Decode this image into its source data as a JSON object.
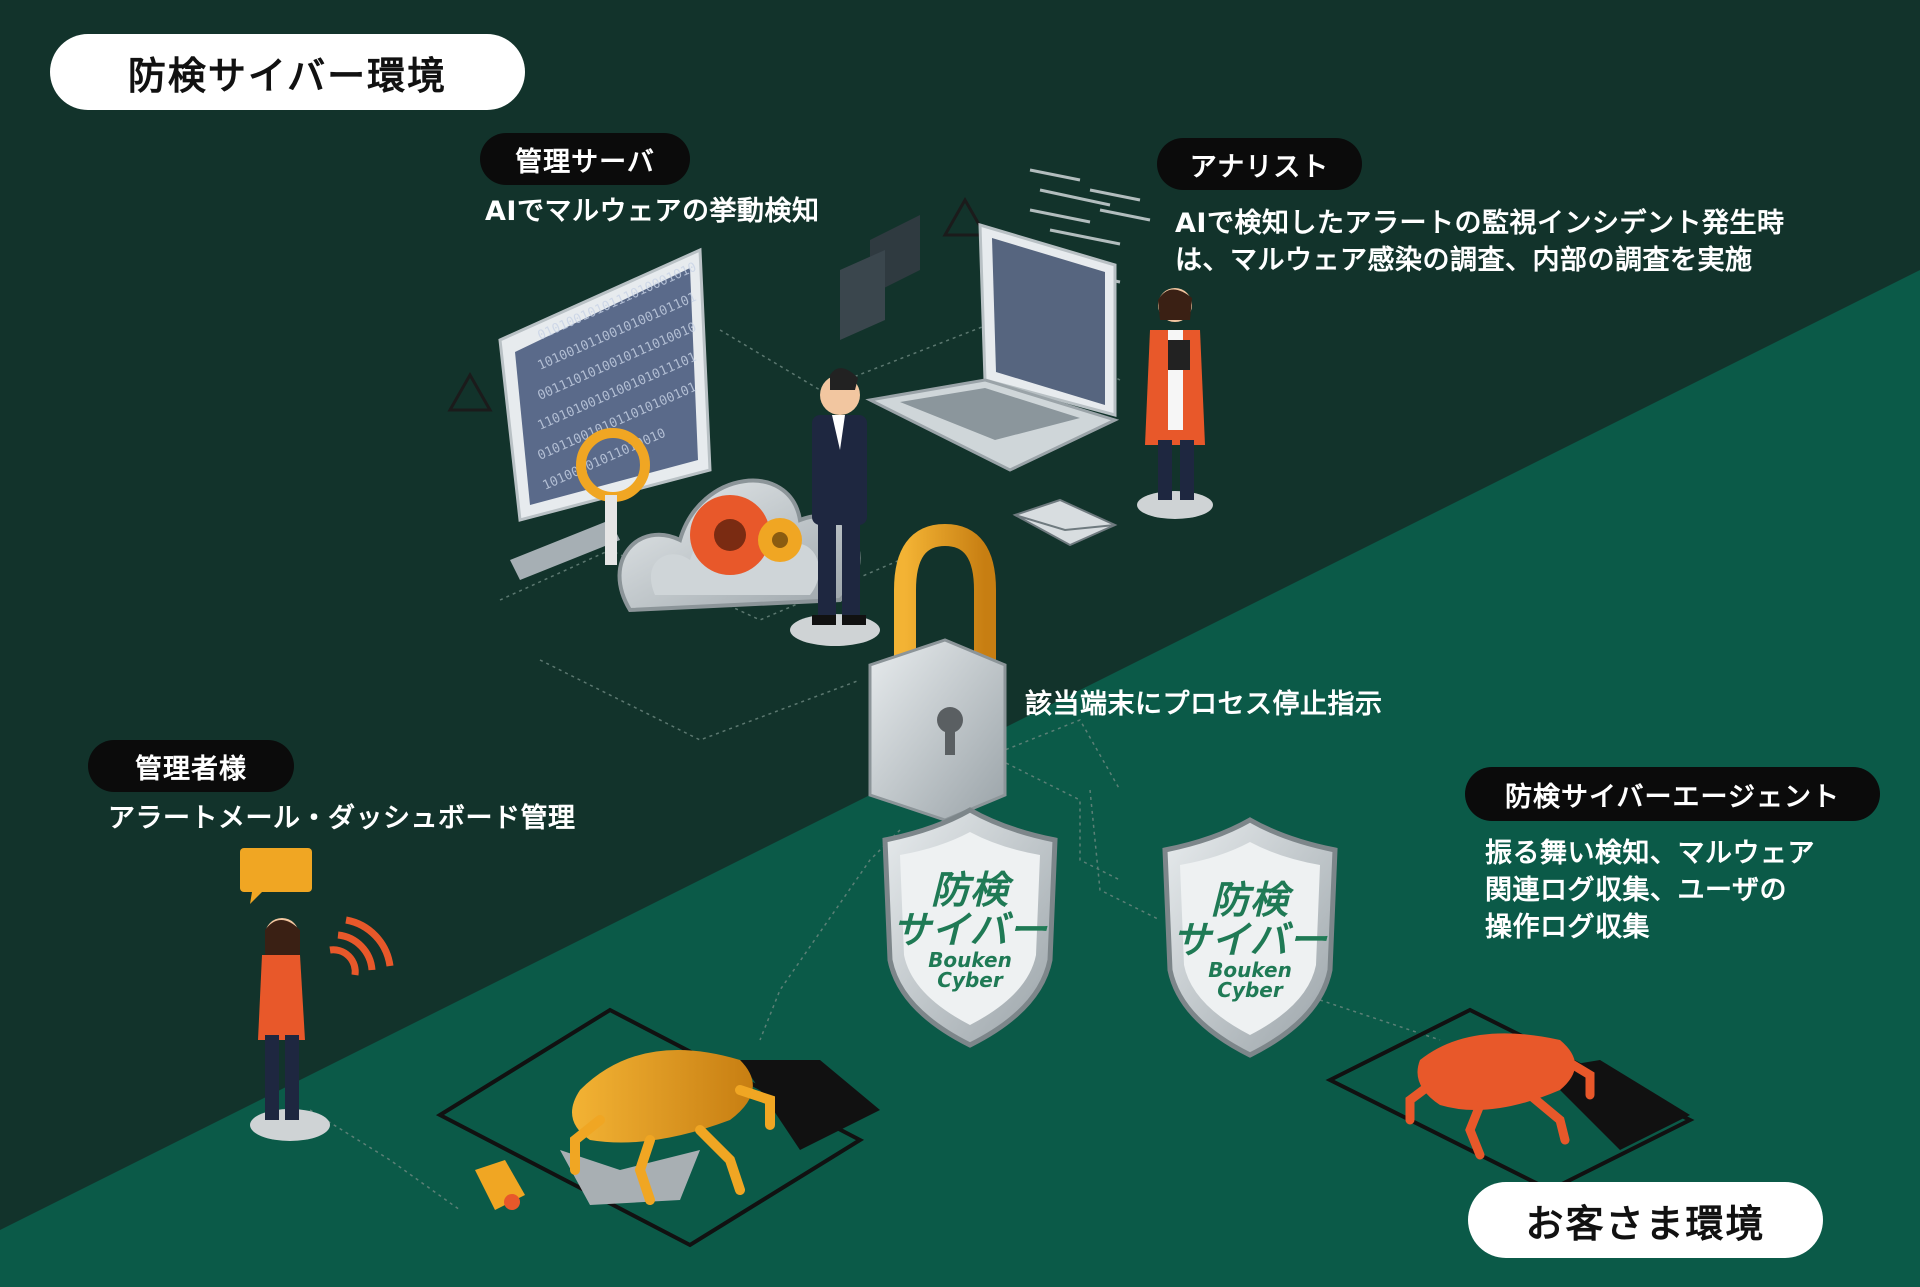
{
  "zones": {
    "bouken_env": "防検サイバー環境",
    "customer_env": "お客さま環境"
  },
  "nodes": {
    "management_server": {
      "label": "管理サーバ",
      "description": "AIでマルウェアの挙動検知"
    },
    "analyst": {
      "label": "アナリスト",
      "description_lines": [
        "AIで検知したアラートの監視インシデント発生時",
        "は、マルウェア感染の調査、内部の調査を実施"
      ]
    },
    "administrator": {
      "label": "管理者様",
      "description": "アラートメール・ダッシュボード管理"
    },
    "agent": {
      "label": "防検サイバーエージェント",
      "description_lines": [
        "振る舞い検知、マルウェア",
        "関連ログ収集、ユーザの",
        "操作ログ収集"
      ]
    }
  },
  "lock_instruction": "該当端末にプロセス停止指示",
  "shield_logo": {
    "line1": "防検",
    "line2": "サイバー",
    "line3": "Bouken",
    "line4": "Cyber"
  },
  "colors": {
    "upper_bg": "#12332b",
    "lower_bg": "#0b5a48",
    "accent_orange": "#e8582a",
    "accent_yellow": "#f0a623",
    "label_dark": "#0b0b0b"
  }
}
